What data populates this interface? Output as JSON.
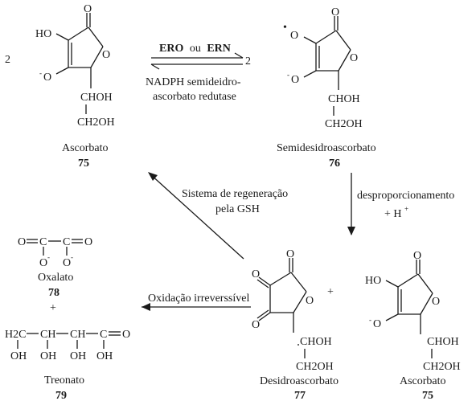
{
  "ascorbate_left": {
    "name": "Ascorbato",
    "number": "75",
    "coef": "2",
    "ho": "HO",
    "o_minus": "O",
    "charge": "-",
    "ring_o": "O",
    "carbonyl_o": "O",
    "chohl": "CHOH",
    "ch2oh": "CH2OH"
  },
  "semi": {
    "name": "Semidesidroascorbato",
    "number": "76",
    "coef": "2",
    "radical": "•",
    "o_top": "O",
    "o_minus": "O",
    "charge": "-",
    "ring_o": "O",
    "carbonyl_o": "O",
    "chohl": "CHOH",
    "ch2oh": "CH2OH"
  },
  "top_arrow": {
    "ero": "ERO",
    "ou": "ou",
    "ern": "ERN",
    "line1": "NADPH semideidro-",
    "line2": "ascorbato redutase"
  },
  "right_arrow": {
    "line1": "desproporcionamento",
    "line2": "+ H",
    "sup": "+"
  },
  "diag_arrow": {
    "line1": "Sistema de regeneração",
    "line2": "pela GSH"
  },
  "left_arrow": {
    "label": "Oxidação irreverssível"
  },
  "plus": "+",
  "dha": {
    "name": "Desidroascorbato",
    "number": "77",
    "o1": "O",
    "o2": "O",
    "ring_o": "O",
    "o3": "O",
    "chohl": "CHOH",
    "ch2oh": "CH2OH"
  },
  "ascorbate_right": {
    "name": "Ascorbato",
    "number": "75",
    "ho": "HO",
    "o_minus": "O",
    "charge": "-",
    "ring_o": "O",
    "carbonyl_o": "O",
    "chohl": "CHOH",
    "ch2oh": "CH2OH"
  },
  "oxalate": {
    "name": "Oxalato",
    "number": "78",
    "o1": "O",
    "c1": "C",
    "c2": "C",
    "o2": "O",
    "om1": "O",
    "om2": "O",
    "charge": "-"
  },
  "plus2": "+",
  "threonate": {
    "name": "Treonato",
    "number": "79",
    "h2c": "H2C",
    "ch1": "CH",
    "ch2": "CH",
    "c": "C",
    "o": "O",
    "oh1": "OH",
    "oh2": "OH",
    "oh3": "OH",
    "oh4": "OH"
  }
}
